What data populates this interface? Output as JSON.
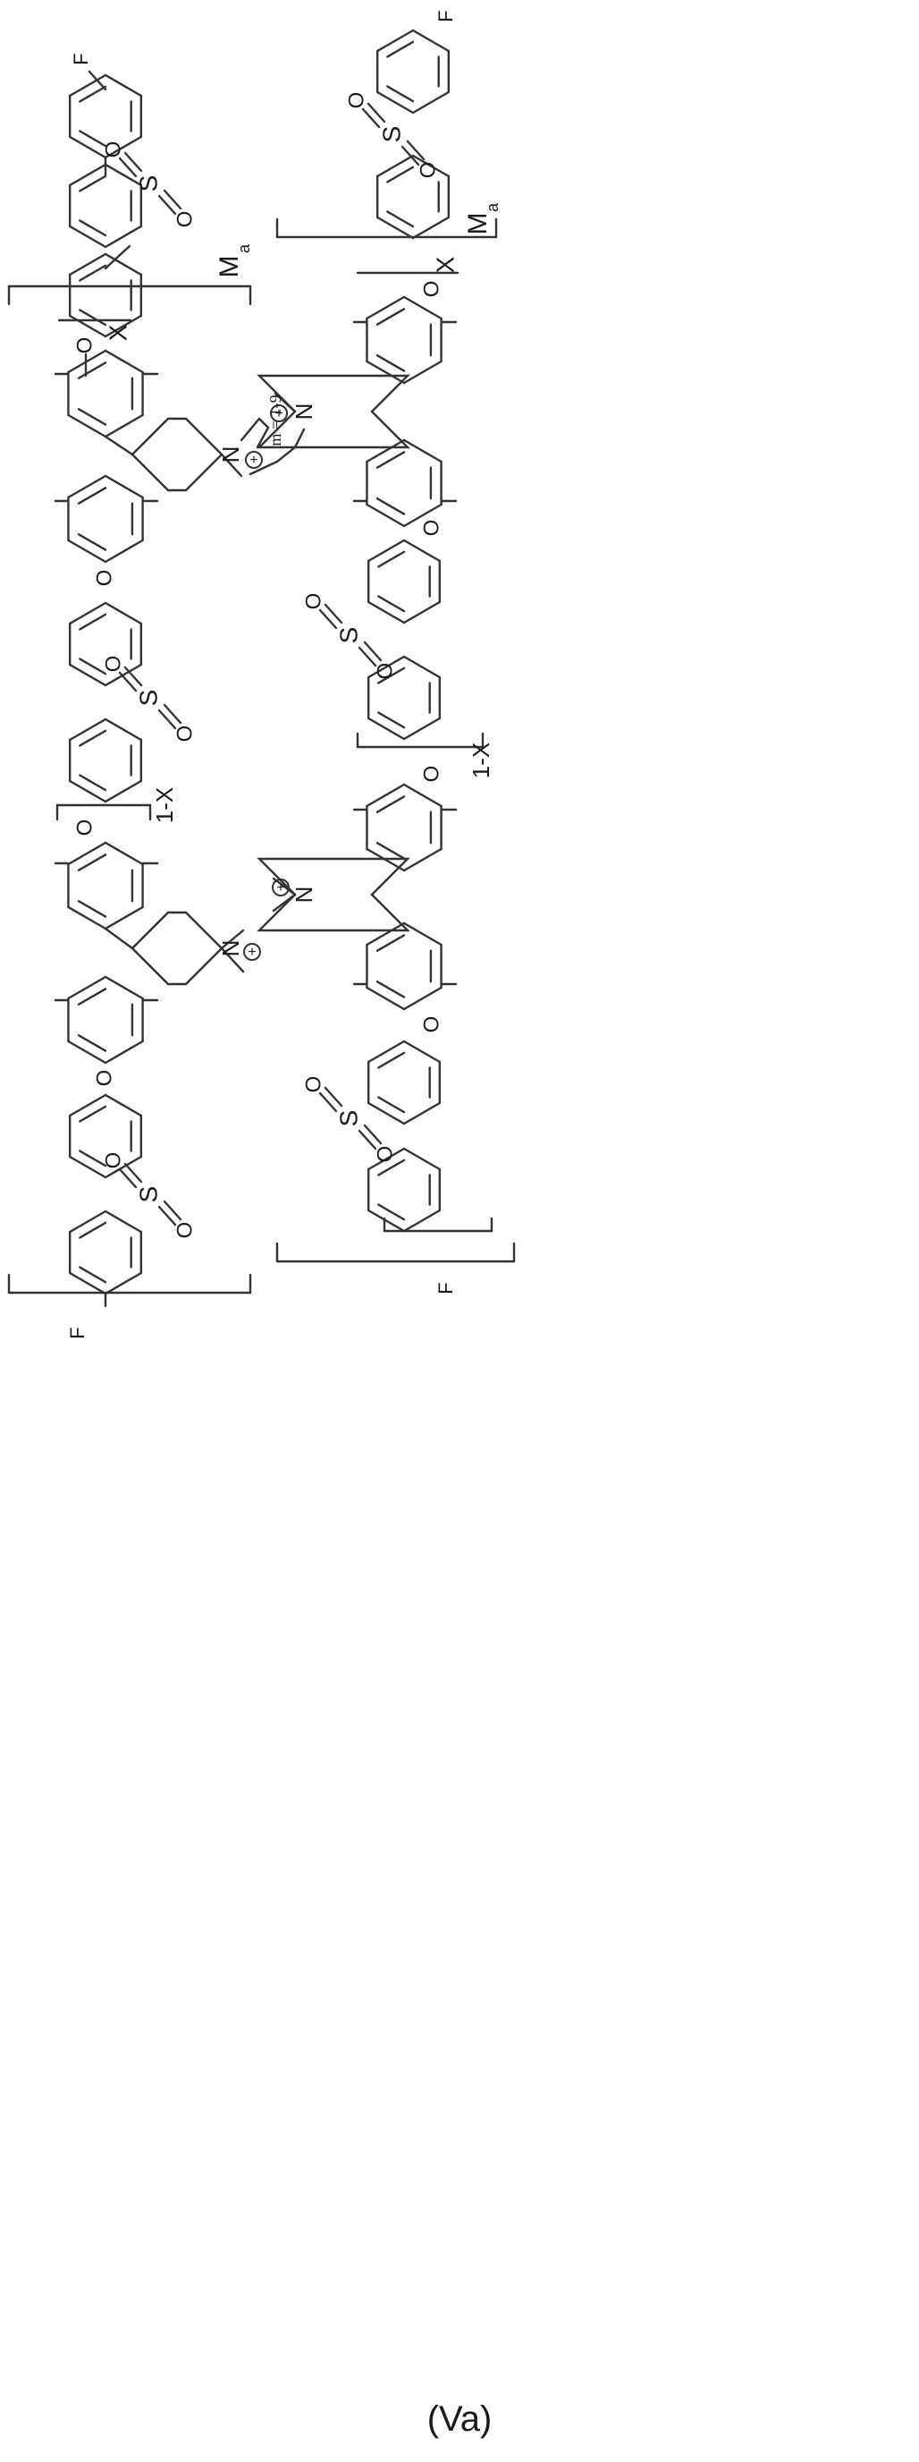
{
  "figure": {
    "caption": "(Va)",
    "atoms": {
      "fluorine": "F",
      "oxygen": "O",
      "sulfur": "S",
      "nitrogen": "N",
      "charge": "+"
    },
    "repeat_labels": {
      "x": "X",
      "one_minus_x": "1-X",
      "ma_main": "M",
      "ma_sub": "a"
    },
    "spacer_label": "m = 1-9"
  }
}
